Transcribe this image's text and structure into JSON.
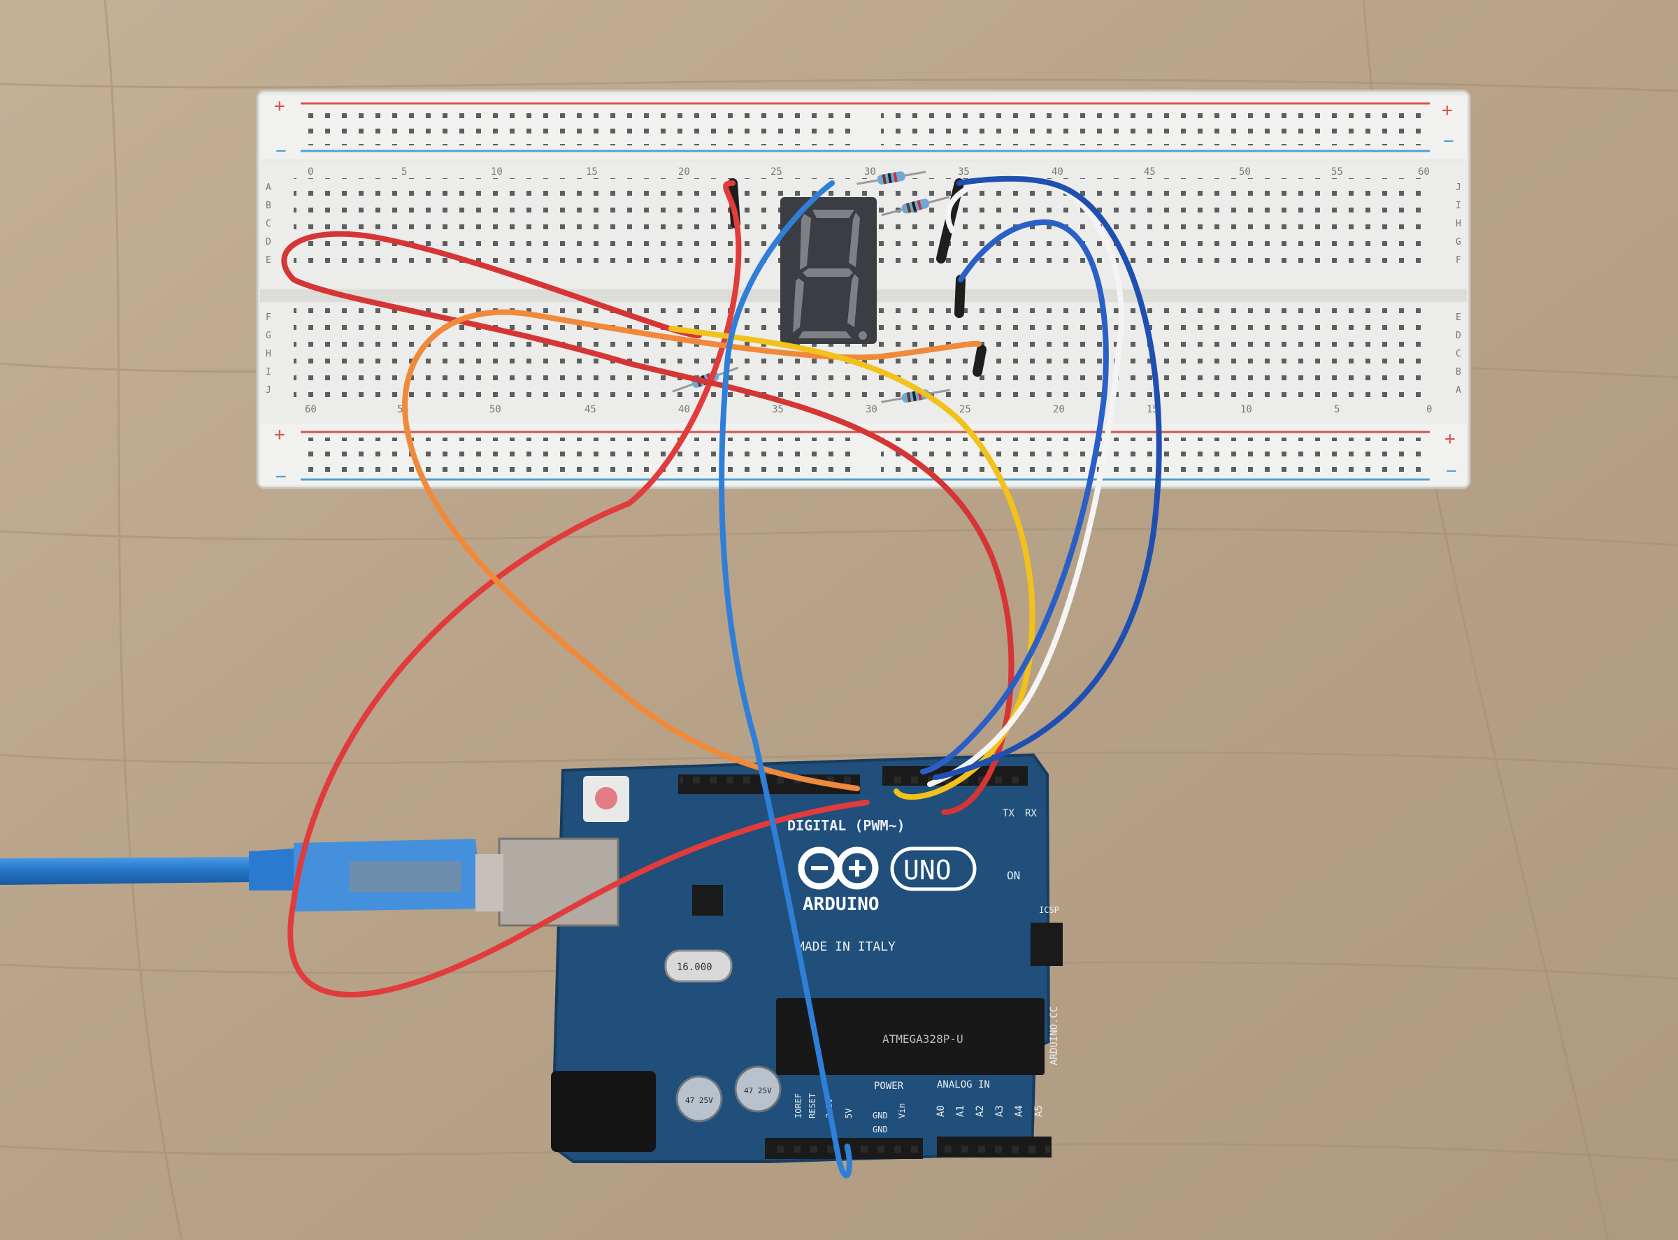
{
  "scene": {
    "colors": {
      "wood": "#b9a58c",
      "breadboard": "#eeeeec",
      "rail_red": "#d9534f",
      "rail_blue": "#4aa3d8",
      "board": "#1f4f7a",
      "usb_cable": "#2f7fd0",
      "wire_red": "#e23b3b",
      "wire_orange": "#f08a3a",
      "wire_yellow": "#f2c21b",
      "wire_blue": "#2f7fd8",
      "wire_white": "#f4f4f4",
      "wire_navy": "#1f4fb0",
      "display_body": "#3a3d42",
      "segment_off": "#7d8085"
    },
    "breadboard": {
      "rail_plus": "+",
      "rail_minus": "−",
      "top_numbers": [
        "0",
        "5",
        "10",
        "15",
        "20",
        "25",
        "30",
        "35",
        "40",
        "45",
        "50",
        "55",
        "60"
      ],
      "bottom_numbers": [
        "60",
        "55",
        "50",
        "45",
        "40",
        "35",
        "30",
        "25",
        "20",
        "15",
        "10",
        "5",
        "0"
      ],
      "row_letters_left_top": [
        "A",
        "B",
        "C",
        "D",
        "E"
      ],
      "row_letters_right_top": [
        "J",
        "I",
        "H",
        "G",
        "F"
      ],
      "row_letters_left_bottom": [
        "F",
        "G",
        "H",
        "I",
        "J"
      ],
      "row_letters_right_bottom": [
        "E",
        "D",
        "C",
        "B",
        "A"
      ]
    },
    "board": {
      "logo_word": "ARDUINO",
      "logo_badge": "UNO",
      "digital_label": "DIGITAL (PWM~)",
      "tx_label": "TX",
      "rx_label": "RX",
      "on_label": "ON",
      "made_in": "MADE IN ITALY",
      "icsp_label": "ICSP",
      "site_label": "ARDUINO.CC",
      "power_label": "POWER",
      "analog_label": "ANALOG IN",
      "power_pins": [
        "IOREF",
        "RESET",
        "3.3V",
        "5V",
        "GND",
        "GND",
        "Vin"
      ],
      "analog_pins": [
        "A0",
        "A1",
        "A2",
        "A3",
        "A4",
        "A5"
      ],
      "chip_text": "ATMEGA328P-U",
      "crystal_text": "16.000",
      "cap_text": "47 25V"
    }
  }
}
